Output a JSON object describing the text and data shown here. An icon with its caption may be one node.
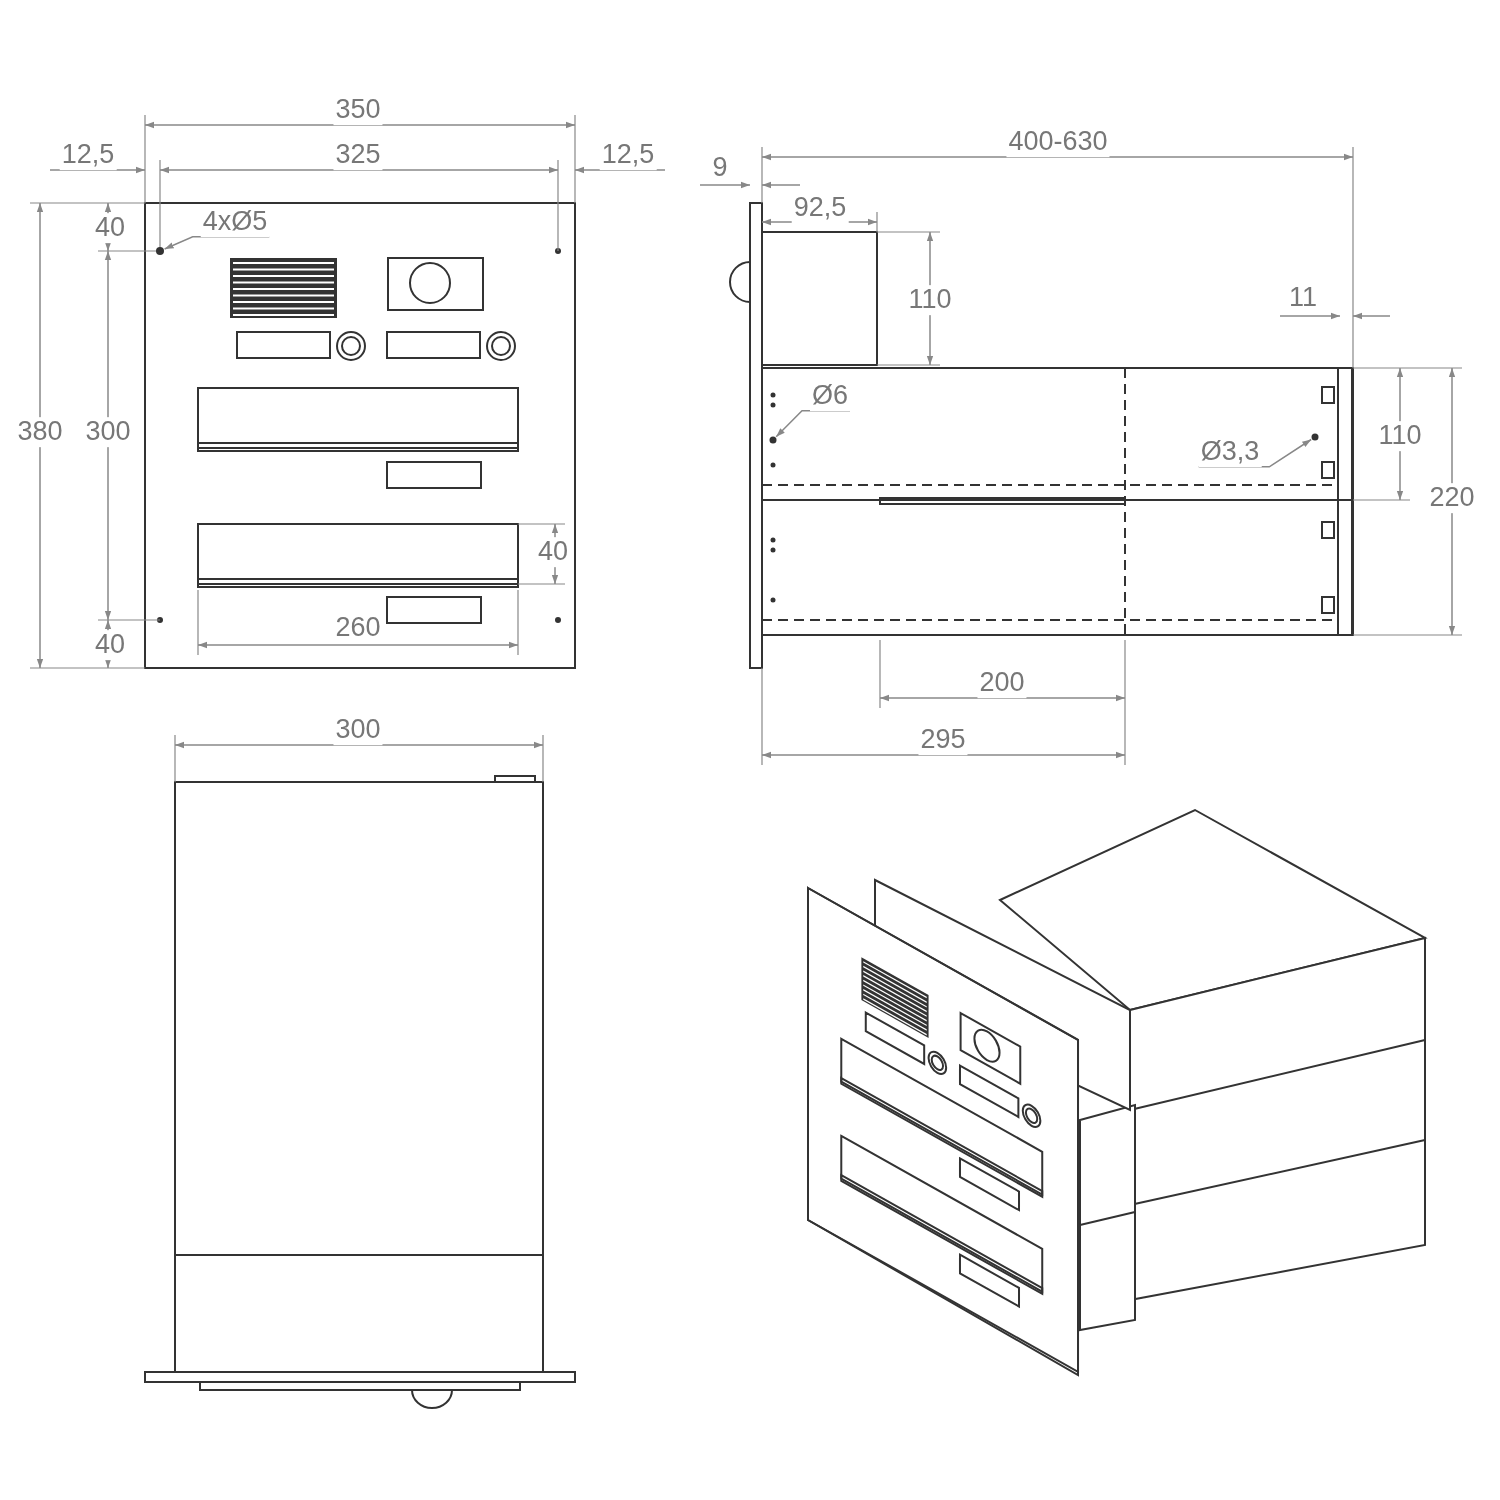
{
  "diagram": {
    "nodes": [
      {
        "text": [
          "4xØ5"
        ]
      },
      {
        "text": [],
        "shape": "circle"
      },
      {
        "text": [
          "Ø6"
        ]
      },
      {
        "text": [],
        "shape": "circle"
      },
      {
        "text": [
          "Ø3,3"
        ]
      },
      {
        "text": [],
        "shape": "circle"
      }
    ],
    "edges": [
      {
        "from": 0,
        "to": 1,
        "arrow": "to"
      },
      {
        "from": 2,
        "to": 3,
        "arrow": "to"
      },
      {
        "from": 4,
        "to": 5,
        "arrow": "to"
      }
    ],
    "labels": [
      "350",
      "12,5",
      "325",
      "12,5",
      "9",
      "400-630",
      "92,5",
      "40",
      "110",
      "11",
      "380",
      "300",
      "110",
      "220",
      "40",
      "260",
      "40",
      "200",
      "295",
      "300"
    ]
  }
}
